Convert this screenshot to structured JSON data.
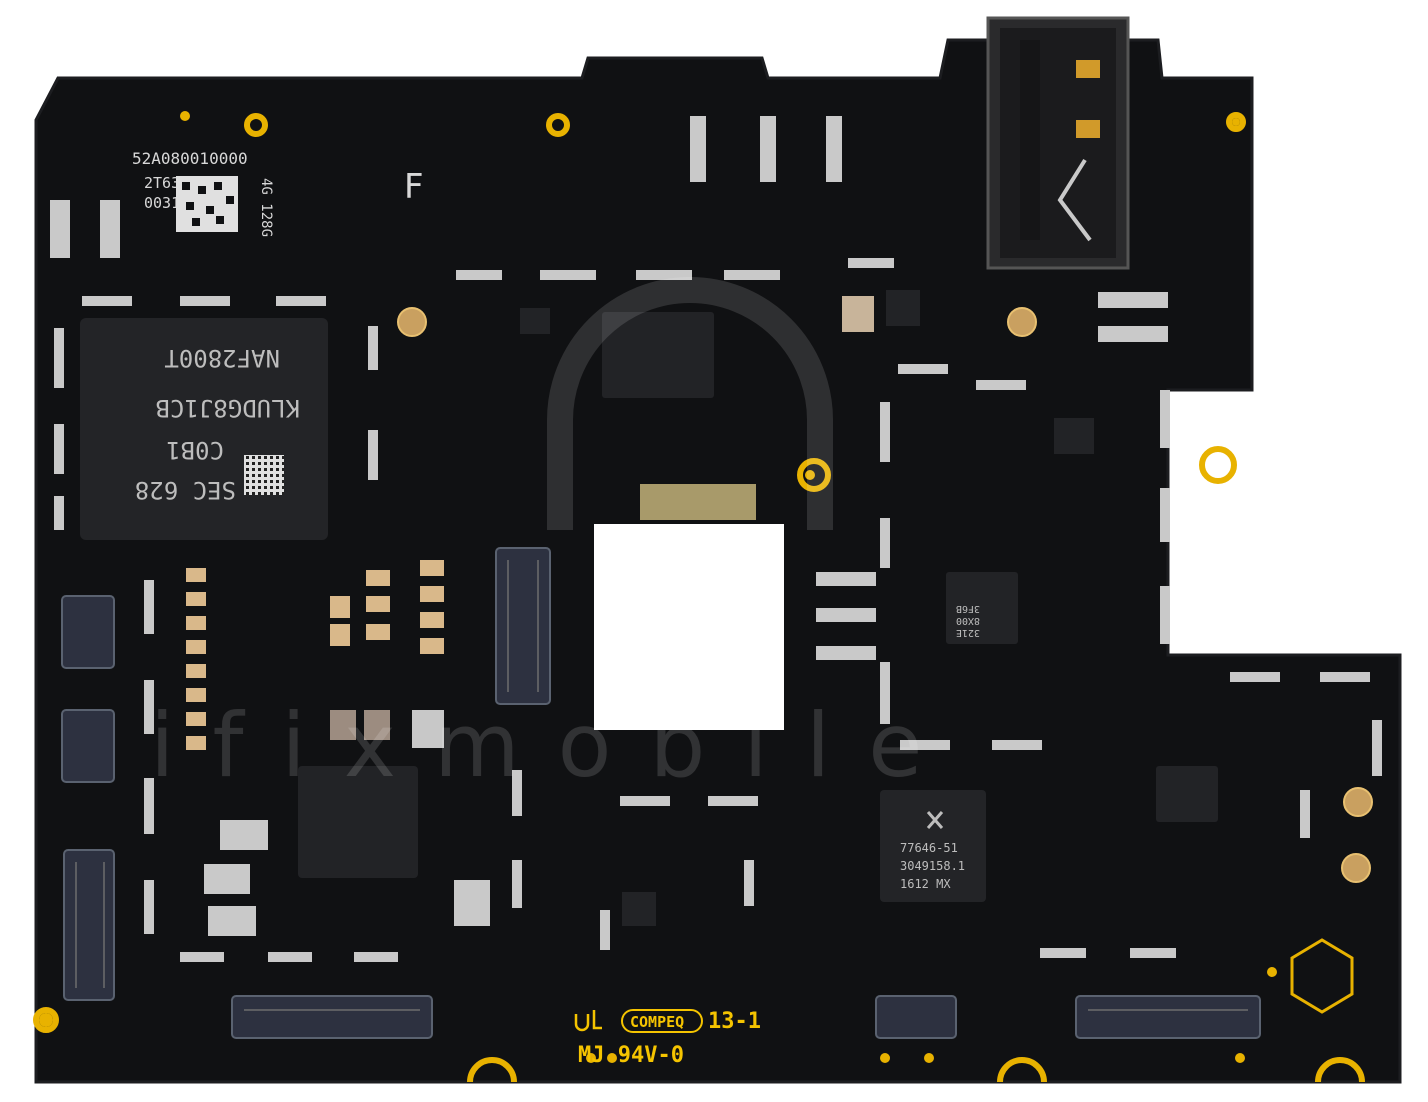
{
  "board": {
    "colors": {
      "pcb": "#101113",
      "pcb_edge": "#1c1d20",
      "gold": "#e8b200",
      "silver": "#c9c9c9",
      "chip": "#1e1f22",
      "background": "#ffffff"
    },
    "labels": {
      "part_number": "52A080010000",
      "serial_1": "2T639F",
      "serial_2": "003121",
      "variant": "4G 128G",
      "marker": "F",
      "emmc_line1": "NAF2800T",
      "emmc_line2": "KLUDG8J1CB",
      "emmc_line3": "C0B1",
      "emmc_line4": "SEC 628",
      "pa_line1": "77646-51",
      "pa_line2": "3049158.1",
      "pa_line3": "1612  MX",
      "chip_small_1": "3F6B",
      "chip_small_2": "8X00",
      "chip_small_3": "321E",
      "vendor": "COMPEQ",
      "rev": "13-1",
      "rating": "MJ 94V-0",
      "watermark": "ifixmobile"
    },
    "icons": [
      "ul-mark-icon",
      "datamatrix-icon",
      "skyworks-logo-icon",
      "watermark-logo-icon"
    ]
  }
}
